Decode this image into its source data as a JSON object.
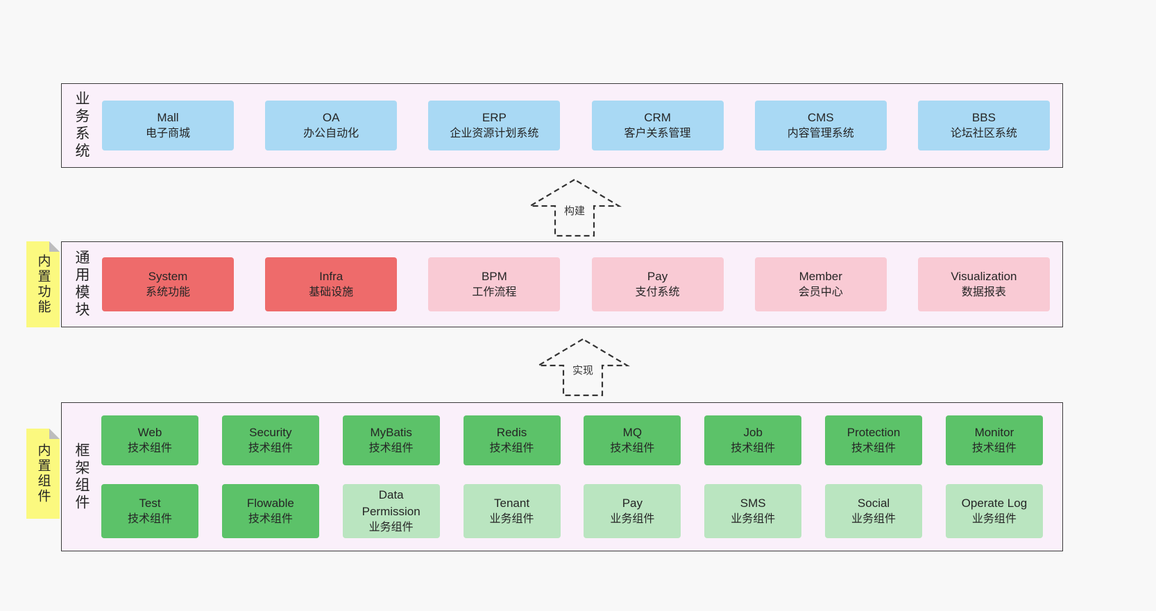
{
  "colors": {
    "page_bg": "#f8f8f8",
    "band_bg": "#faf0fa",
    "band_border": "#3a3a3a",
    "text": "#252525",
    "blue": "#a9d9f4",
    "red": "#ee6b6b",
    "pink": "#f9cad4",
    "green_dark": "#5cc269",
    "green_light": "#bae5c0",
    "note_yellow": "#fbf97f"
  },
  "arrows": [
    {
      "label": "构建"
    },
    {
      "label": "实现"
    }
  ],
  "bands": [
    {
      "label": "业务系统",
      "boxes": [
        {
          "title": "Mall",
          "subtitle": "电子商城"
        },
        {
          "title": "OA",
          "subtitle": "办公自动化"
        },
        {
          "title": "ERP",
          "subtitle": "企业资源计划系统"
        },
        {
          "title": "CRM",
          "subtitle": "客户关系管理"
        },
        {
          "title": "CMS",
          "subtitle": "内容管理系统"
        },
        {
          "title": "BBS",
          "subtitle": "论坛社区系统"
        }
      ]
    },
    {
      "label": "通用模块",
      "note": "内置功能",
      "boxes": [
        {
          "title": "System",
          "subtitle": "系统功能"
        },
        {
          "title": "Infra",
          "subtitle": "基础设施"
        },
        {
          "title": "BPM",
          "subtitle": "工作流程"
        },
        {
          "title": "Pay",
          "subtitle": "支付系统"
        },
        {
          "title": "Member",
          "subtitle": "会员中心"
        },
        {
          "title": "Visualization",
          "subtitle": "数据报表"
        }
      ]
    },
    {
      "label": "框架组件",
      "note": "内置组件",
      "rows": [
        {
          "boxes": [
            {
              "title": "Web",
              "subtitle": "技术组件"
            },
            {
              "title": "Security",
              "subtitle": "技术组件"
            },
            {
              "title": "MyBatis",
              "subtitle": "技术组件"
            },
            {
              "title": "Redis",
              "subtitle": "技术组件"
            },
            {
              "title": "MQ",
              "subtitle": "技术组件"
            },
            {
              "title": "Job",
              "subtitle": "技术组件"
            },
            {
              "title": "Protection",
              "subtitle": "技术组件"
            },
            {
              "title": "Monitor",
              "subtitle": "技术组件"
            }
          ]
        },
        {
          "boxes": [
            {
              "title": "Test",
              "subtitle": "技术组件"
            },
            {
              "title": "Flowable",
              "subtitle": "技术组件"
            },
            {
              "title": "Data Permission",
              "subtitle": "业务组件"
            },
            {
              "title": "Tenant",
              "subtitle": "业务组件"
            },
            {
              "title": "Pay",
              "subtitle": "业务组件"
            },
            {
              "title": "SMS",
              "subtitle": "业务组件"
            },
            {
              "title": "Social",
              "subtitle": "业务组件"
            },
            {
              "title": "Operate Log",
              "subtitle": "业务组件"
            }
          ]
        }
      ]
    }
  ]
}
